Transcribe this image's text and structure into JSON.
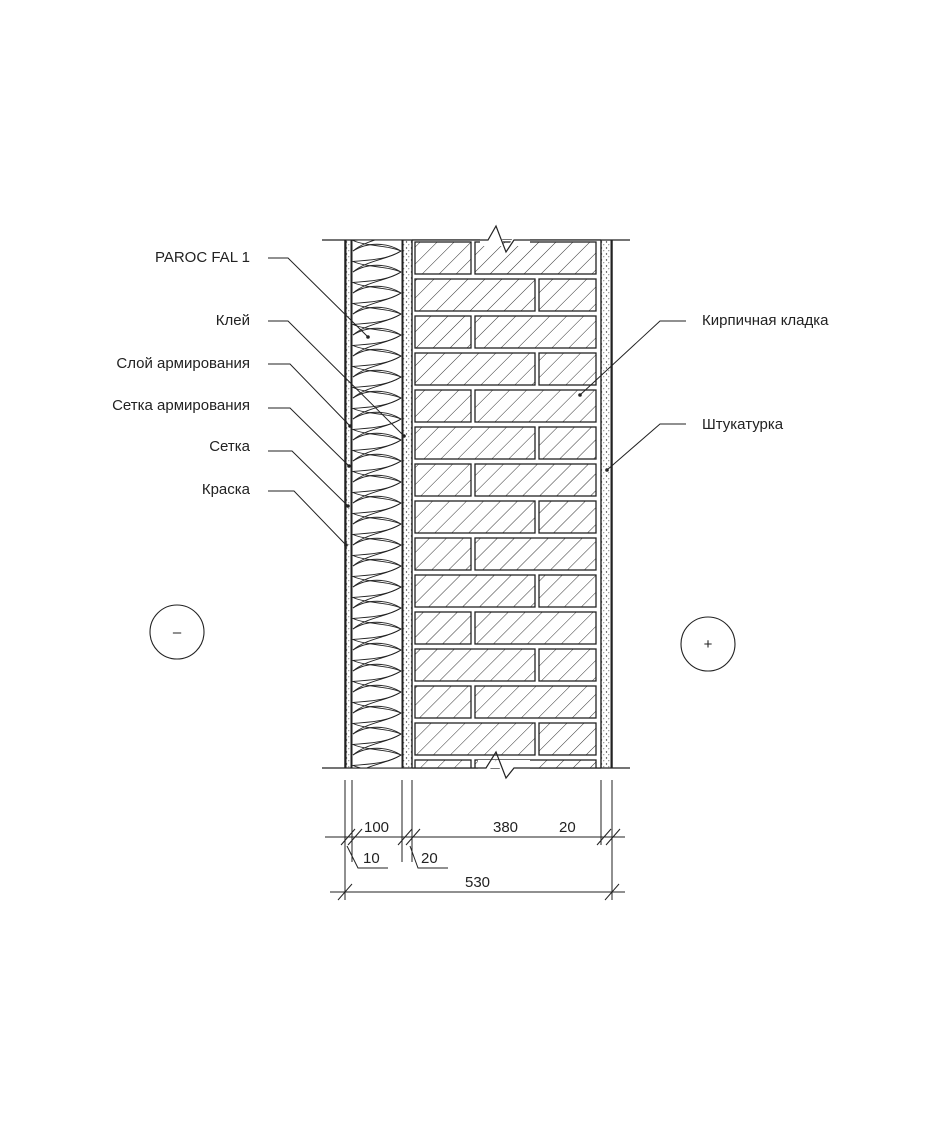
{
  "labels_left": {
    "paroc": "PAROC FAL 1",
    "klei": "Клей",
    "sloi": "Слой армирования",
    "setka_arm": "Сетка армирования",
    "setka": "Сетка",
    "kraska": "Краска"
  },
  "labels_right": {
    "kladka": "Кирпичная кладка",
    "shtukaturka": "Штукатурка"
  },
  "signs": {
    "outside": "–",
    "inside": "+"
  },
  "dimensions": {
    "insulation": "100",
    "masonry": "380",
    "plaster": "20",
    "render": "10",
    "adhesive": "20",
    "total": "530"
  },
  "colors": {
    "line": "#222222",
    "background": "#ffffff"
  }
}
